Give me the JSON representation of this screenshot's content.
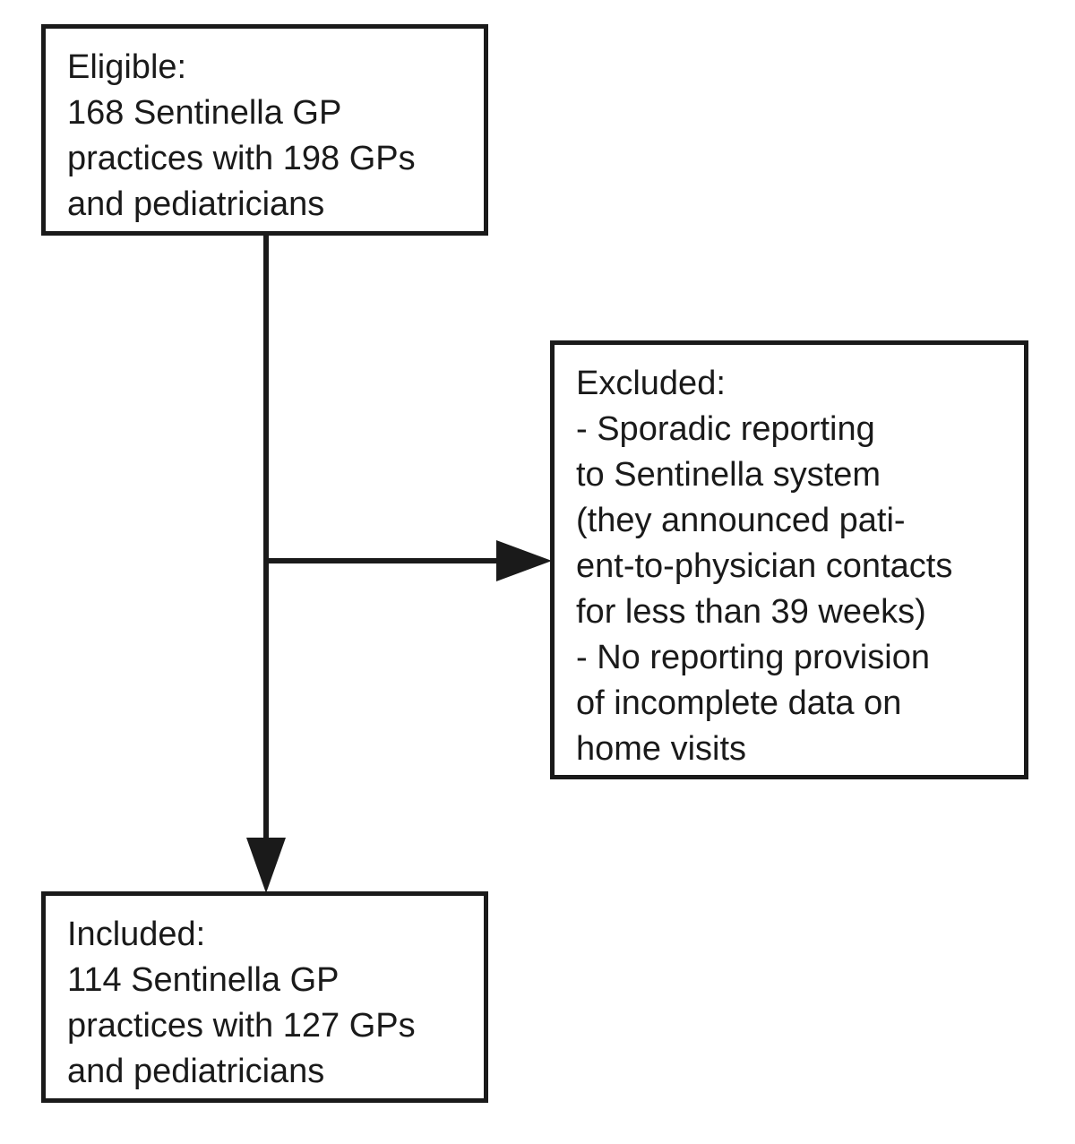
{
  "eligible": {
    "lines": [
      "Eligible:",
      "168 Sentinella GP",
      "practices with 198 GPs",
      "and pediatricians"
    ]
  },
  "excluded": {
    "lines": [
      "Excluded:",
      "- Sporadic reporting",
      "to Sentinella system",
      "(they announced pati-",
      "ent-to-physician contacts",
      "for less than 39 weeks)",
      "- No reporting provision",
      "of incomplete data on",
      "home visits"
    ]
  },
  "included": {
    "lines": [
      "Included:",
      "114 Sentinella GP",
      "practices with 127 GPs",
      "and pediatricians"
    ]
  },
  "colors": {
    "stroke": "#1a1a1a",
    "background": "#ffffff"
  }
}
